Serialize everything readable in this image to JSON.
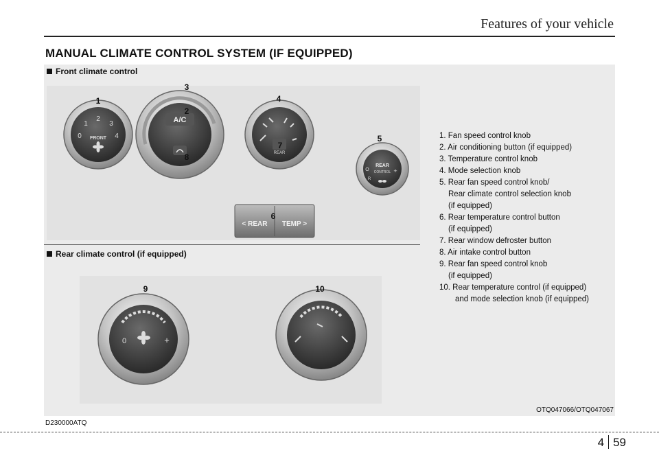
{
  "header": {
    "section": "Features of your vehicle"
  },
  "title": "MANUAL CLIMATE CONTROL SYSTEM (IF EQUIPPED)",
  "front_label": "Front climate control",
  "rear_label": "Rear climate control (if equipped)",
  "knob_labels": {
    "fan": {
      "n0": "0",
      "n1": "1",
      "n2": "2",
      "n3": "3",
      "n4": "4",
      "front": "FRONT"
    },
    "ac": "A/C",
    "rear_btn": "REAR",
    "rear_control": {
      "title": "REAR",
      "sub": "CONTROL",
      "o": "O",
      "r": "R",
      "plus": "+"
    },
    "rear_temp_buttons": {
      "left": "< REAR",
      "right": "TEMP >"
    },
    "rear_fan": {
      "zero": "0",
      "plus": "+"
    }
  },
  "callouts": [
    "1",
    "2",
    "3",
    "4",
    "5",
    "6",
    "7",
    "8",
    "9",
    "10"
  ],
  "legend": {
    "l1": "1. Fan speed control knob",
    "l2": "2. Air conditioning button (if equipped)",
    "l3": "3. Temperature control knob",
    "l4": "4. Mode selection knob",
    "l5a": "5. Rear fan speed control knob/",
    "l5b": "Rear climate control selection knob",
    "l5c": "(if equipped)",
    "l6a": "6. Rear temperature control button",
    "l6b": "(if equipped)",
    "l7": "7. Rear window defroster button",
    "l8": "8. Air intake control button",
    "l9a": "9. Rear fan speed control knob",
    "l9b": "(if equipped)",
    "l10a": "10. Rear temperature control (if equipped)",
    "l10b": "and mode selection knob (if equipped)"
  },
  "figure_code": "OTQ047066/OTQ047067",
  "doc_code": "D230000ATQ",
  "page": {
    "chapter": "4",
    "number": "59"
  }
}
